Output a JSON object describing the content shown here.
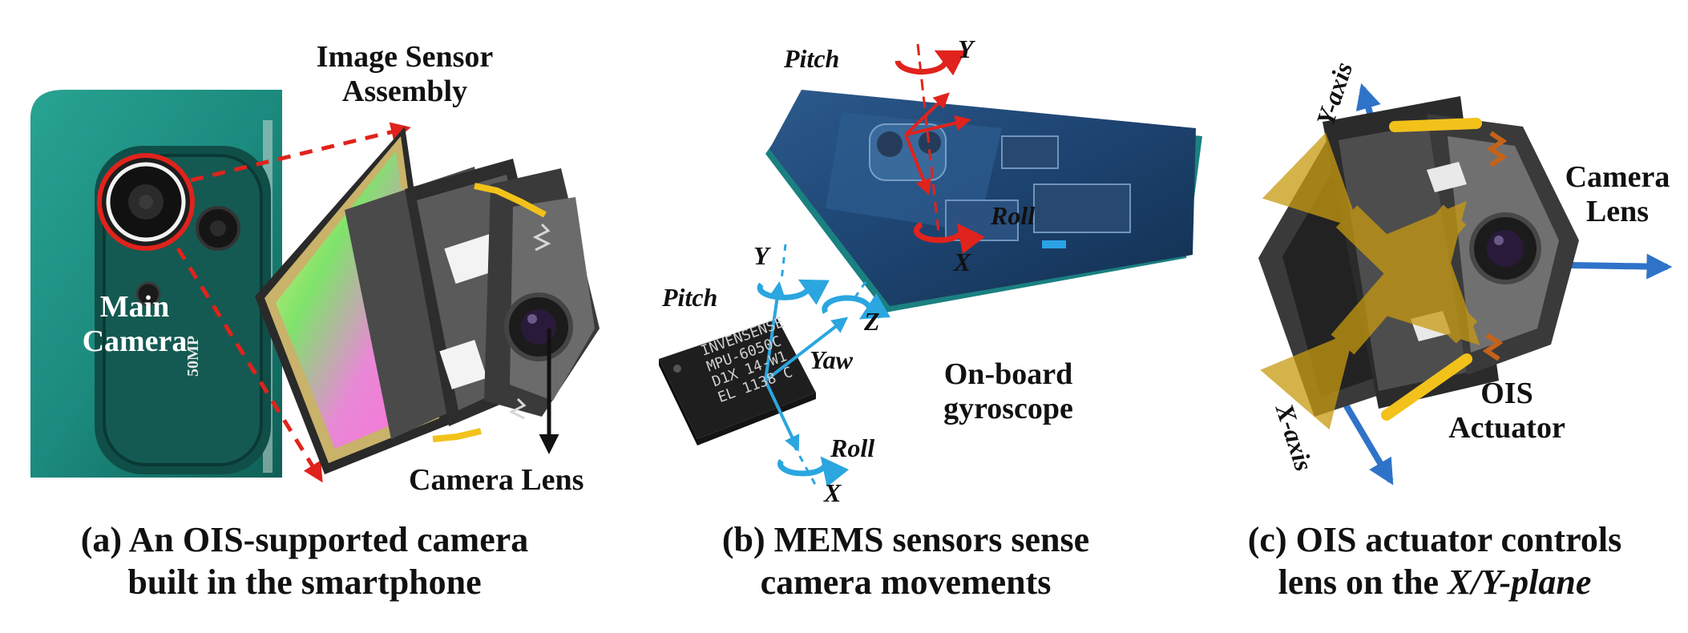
{
  "panel_a": {
    "caption_line1": "(a) An OIS-supported camera",
    "caption_line2": "built in the smartphone",
    "label_sensor_line1": "Image Sensor",
    "label_sensor_line2": "Assembly",
    "label_main_line1": "Main",
    "label_main_line2": "Camera",
    "label_lens": "Camera Lens",
    "phone_badge": "50MP",
    "colors": {
      "phone": "#1c8a7e",
      "highlight": "#e0231c",
      "spring": "#f2c21a"
    }
  },
  "panel_b": {
    "caption_line1": "(b) MEMS sensors sense",
    "caption_line2": "camera movements",
    "label_gyro_line1": "On-board",
    "label_gyro_line2": "gyroscope",
    "phone_axes": {
      "pitch": "Pitch",
      "y": "Y",
      "roll": "Roll",
      "x": "X"
    },
    "chip_axes": {
      "y": "Y",
      "pitch": "Pitch",
      "z": "Z",
      "yaw": "Yaw",
      "roll": "Roll",
      "x": "X"
    },
    "chip_text_line1": "INVENSENSE",
    "chip_text_line2": "MPU-6050C",
    "chip_text_line3": "D1X 14-W1",
    "chip_text_line4": "EL  1138 C",
    "colors": {
      "phone_axes": "#e0231c",
      "chip_axes": "#2ba6e0",
      "phone_body": "#1e3f66"
    }
  },
  "panel_c": {
    "caption_line1": "(c) OIS actuator controls",
    "caption_line2_prefix": "lens on the ",
    "caption_line2_italic": "X/Y-plane",
    "label_lens_line1": "Camera",
    "label_lens_line2": "Lens",
    "label_actuator_line1": "OIS",
    "label_actuator_line2": "Actuator",
    "axis_y": "Y-axis",
    "axis_x": "X-axis",
    "colors": {
      "axis": "#2f73c9",
      "arrow_overlay": "#c89a10",
      "spring": "#f2c21a"
    }
  }
}
